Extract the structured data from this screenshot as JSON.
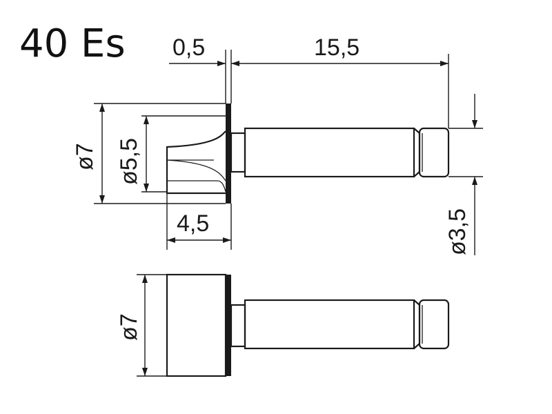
{
  "title": "40 Es",
  "dimensions": {
    "flange_thickness": "0,5",
    "pin_length": "15,5",
    "outer_diameter": "ø7",
    "inner_diameter": "ø5,5",
    "head_length": "4,5",
    "pin_diameter": "ø3,5",
    "lower_outer_diameter": "ø7"
  },
  "views": [
    "upper-section-view",
    "lower-side-view"
  ]
}
